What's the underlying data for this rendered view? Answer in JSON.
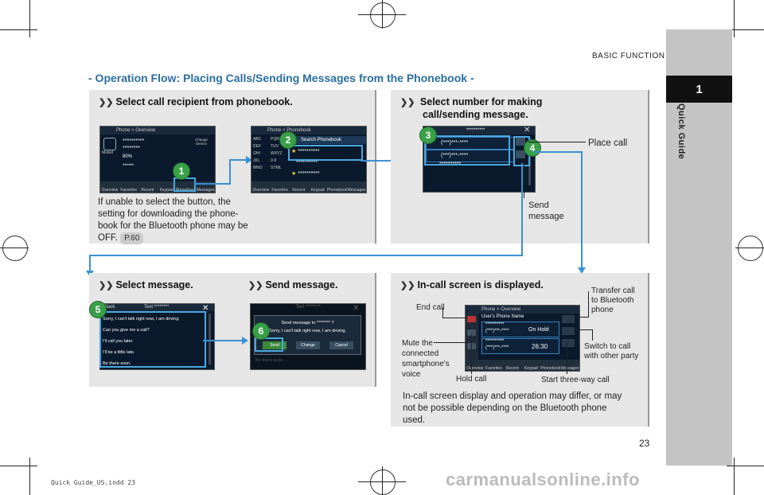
{
  "header": {
    "section": "BASIC FUNCTION"
  },
  "side": {
    "tab_number": "1",
    "label": "Quick Guide"
  },
  "title": "- Operation Flow: Placing Calls/Sending Messages from the Phonebook -",
  "panels": {
    "p1": {
      "heading": "Select call recipient from phonebook.",
      "note_lines": [
        "If unable to select the button, the",
        "setting for downloading the phone-",
        "book for the Bluetooth phone may be",
        "OFF."
      ],
      "ref": "P.60"
    },
    "p2": {
      "heading_lines": [
        "Select number for making",
        "call/sending message."
      ],
      "place_call": "Place call",
      "send_message_lines": [
        "Send",
        "message"
      ]
    },
    "p3": {
      "heading": "Select message."
    },
    "p4": {
      "heading": "Send message."
    },
    "p5": {
      "heading": "In-call screen is displayed.",
      "labels": {
        "end_call": "End call",
        "transfer_lines": [
          "Transfer call",
          "to Bluetooth",
          "phone"
        ],
        "mute_lines": [
          "Mute the",
          "connected",
          "smartphone's",
          "voice"
        ],
        "switch_lines": [
          "Switch to call",
          "with other party"
        ],
        "hold_call": "Hold call",
        "three_way": "Start three-way call"
      },
      "note_lines": [
        "In-call screen display and operation may differ, or may",
        "not be possible depending on the Bluetooth phone",
        "used."
      ]
    }
  },
  "screens": {
    "s1": {
      "top": "Phone > Overview",
      "tabs": [
        "Overview",
        "Favorites",
        "Recent",
        "Keypad",
        "Phonebook",
        "Messages"
      ],
      "battery": "80%",
      "change_device": "Change Device",
      "muted": "Muted"
    },
    "s2": {
      "top": "Phone > Phonebook",
      "search": "Search Phonebook",
      "letters": [
        "ABC",
        "DEF",
        "GHI",
        "JKL",
        "MNO"
      ],
      "letters2": [
        "PQRS",
        "TUV",
        "WXYZ",
        "0-9",
        "SYML"
      ],
      "tabs": [
        "Overview",
        "Favorites",
        "Recent",
        "Keypad",
        "Phonebook",
        "Messages"
      ]
    },
    "s3": {
      "number1": "(***)***-****",
      "number2": "(***)***-****"
    },
    "s4": {
      "title": "Text ********",
      "messages": [
        "Sorry, I can't talk right now, I am driving.",
        "Can you give me a call?",
        "I'll call you later.",
        "I'll be a little late.",
        "Be there soon."
      ],
      "back": "Back"
    },
    "s5": {
      "title": "Text ********",
      "dialog_line1": "Send message to ******** ?",
      "dialog_line2": "Sorry, I can't talk right now, I am driving.",
      "buttons": [
        "Send",
        "Change",
        "Cancel"
      ],
      "below": "Be there soon."
    },
    "s6": {
      "top": "Phone > Overview",
      "user": "User's Phone Name",
      "number1": "(***)***-****",
      "on_hold": "On Hold",
      "number2": "(***)***-****",
      "timer": "26:30",
      "tabs": [
        "Overview",
        "Favorites",
        "Recent",
        "Keypad",
        "Phonebook",
        "Messages"
      ]
    }
  },
  "steps": [
    "1",
    "2",
    "3",
    "4",
    "5",
    "6"
  ],
  "page_number": "23",
  "footer": "Quick Guide_US.indd   23",
  "watermark": "carmanualsonline.info",
  "colors": {
    "accent": "#2a6ea0",
    "step": "#3aa048",
    "highlight": "#4aa8e0",
    "panel": "#e6e6e6"
  }
}
